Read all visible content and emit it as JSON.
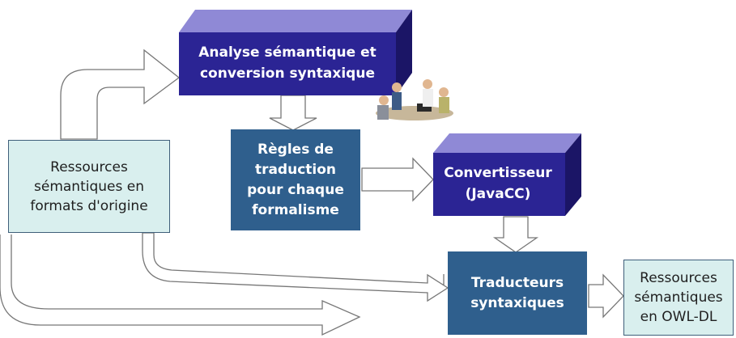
{
  "boxes": {
    "analyse": "Analyse sémantique et\nconversion syntaxique",
    "regles": "Règles de\ntraduction\npour chaque\nformalisme",
    "convertisseur": "Convertisseur\n(JavaCC)",
    "traducteurs": "Traducteurs\nsyntaxiques",
    "ressources_source": "Ressources\nsémantiques en\nformats d'origine",
    "ressources_owl": "Ressources\nsémantiques\nen OWL-DL"
  },
  "illustration": "people-meeting-clipart",
  "colors": {
    "purple_front": "#2b2494",
    "purple_top": "#8f89d6",
    "purple_side": "#1b1566",
    "dark_blue": "#2f5f8d",
    "light_teal": "#d9efee",
    "arrow_fill": "#ffffff",
    "arrow_stroke": "#777777"
  }
}
